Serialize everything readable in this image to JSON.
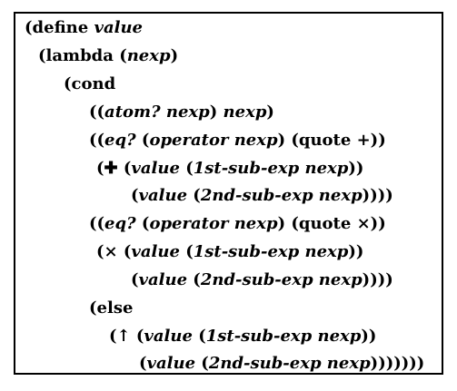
{
  "code": {
    "lines": [
      [
        {
          "t": "(",
          "k": "pn"
        },
        {
          "t": "define",
          "k": "kw"
        },
        {
          "t": " ",
          "k": "pn"
        },
        {
          "t": "value",
          "k": "id"
        }
      ],
      [
        {
          "t": "(",
          "k": "pn"
        },
        {
          "t": "lambda",
          "k": "kw"
        },
        {
          "t": " (",
          "k": "pn"
        },
        {
          "t": "nexp",
          "k": "id"
        },
        {
          "t": ")",
          "k": "pn"
        }
      ],
      [
        {
          "t": "(",
          "k": "pn"
        },
        {
          "t": "cond",
          "k": "kw"
        }
      ],
      [
        {
          "t": "((",
          "k": "pn"
        },
        {
          "t": "atom? nexp",
          "k": "id"
        },
        {
          "t": ") ",
          "k": "pn"
        },
        {
          "t": "nexp",
          "k": "id"
        },
        {
          "t": ")",
          "k": "pn"
        }
      ],
      [
        {
          "t": "((",
          "k": "pn"
        },
        {
          "t": "eq?",
          "k": "id"
        },
        {
          "t": " (",
          "k": "pn"
        },
        {
          "t": "operator nexp",
          "k": "id"
        },
        {
          "t": ") (",
          "k": "pn"
        },
        {
          "t": "quote",
          "k": "kw"
        },
        {
          "t": " +))",
          "k": "pn"
        }
      ],
      [
        {
          "t": "(",
          "k": "pn"
        },
        {
          "t": "✚",
          "k": "pn"
        },
        {
          "t": " (",
          "k": "pn"
        },
        {
          "t": "value",
          "k": "id"
        },
        {
          "t": " (",
          "k": "pn"
        },
        {
          "t": "1st-sub-exp nexp",
          "k": "id"
        },
        {
          "t": "))",
          "k": "pn"
        }
      ],
      [
        {
          "t": "(",
          "k": "pn"
        },
        {
          "t": "value",
          "k": "id"
        },
        {
          "t": " (",
          "k": "pn"
        },
        {
          "t": "2nd-sub-exp nexp",
          "k": "id"
        },
        {
          "t": "))))",
          "k": "pn"
        }
      ],
      [
        {
          "t": "((",
          "k": "pn"
        },
        {
          "t": "eq?",
          "k": "id"
        },
        {
          "t": " (",
          "k": "pn"
        },
        {
          "t": "operator nexp",
          "k": "id"
        },
        {
          "t": ") (",
          "k": "pn"
        },
        {
          "t": "quote",
          "k": "kw"
        },
        {
          "t": " ×))",
          "k": "pn"
        }
      ],
      [
        {
          "t": "(",
          "k": "pn"
        },
        {
          "t": "×",
          "k": "pn"
        },
        {
          "t": " (",
          "k": "pn"
        },
        {
          "t": "value",
          "k": "id"
        },
        {
          "t": " (",
          "k": "pn"
        },
        {
          "t": "1st-sub-exp nexp",
          "k": "id"
        },
        {
          "t": "))",
          "k": "pn"
        }
      ],
      [
        {
          "t": "(",
          "k": "pn"
        },
        {
          "t": "value",
          "k": "id"
        },
        {
          "t": " (",
          "k": "pn"
        },
        {
          "t": "2nd-sub-exp nexp",
          "k": "id"
        },
        {
          "t": "))))",
          "k": "pn"
        }
      ],
      [
        {
          "t": "(",
          "k": "pn"
        },
        {
          "t": "else",
          "k": "kw"
        }
      ],
      [
        {
          "t": "(",
          "k": "pn"
        },
        {
          "t": "↑",
          "k": "pn"
        },
        {
          "t": " (",
          "k": "pn"
        },
        {
          "t": "value",
          "k": "id"
        },
        {
          "t": " (",
          "k": "pn"
        },
        {
          "t": "1st-sub-exp nexp",
          "k": "id"
        },
        {
          "t": "))",
          "k": "pn"
        }
      ],
      [
        {
          "t": "(",
          "k": "pn"
        },
        {
          "t": "value",
          "k": "id"
        },
        {
          "t": " (",
          "k": "pn"
        },
        {
          "t": "2nd-sub-exp nexp",
          "k": "id"
        },
        {
          "t": ")))))))",
          "k": "pn"
        }
      ]
    ]
  }
}
